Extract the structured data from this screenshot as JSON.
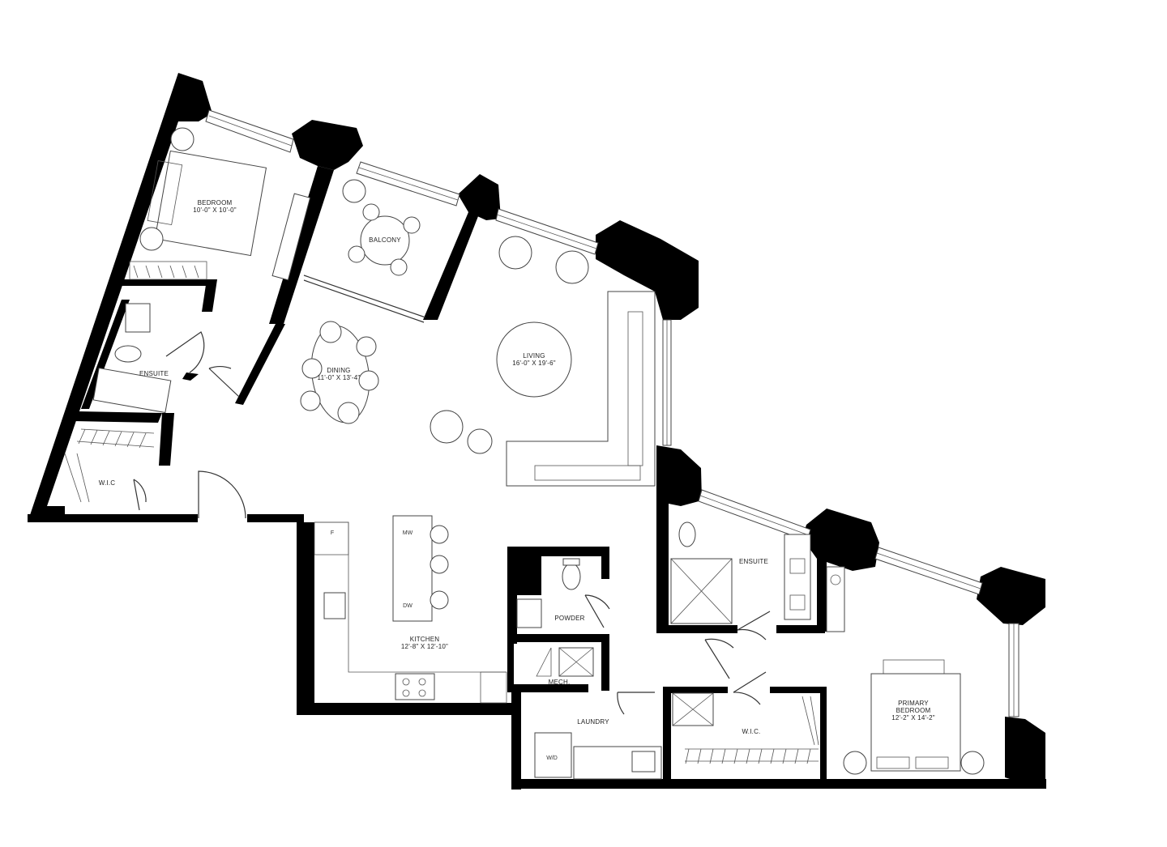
{
  "rooms": {
    "bedroom": {
      "name": "BEDROOM",
      "dims": "10'-0\" X 10'-0\""
    },
    "balcony": {
      "name": "BALCONY"
    },
    "dining": {
      "name": "DINING",
      "dims": "11'-0\" X 13'-4\""
    },
    "living": {
      "name": "LIVING",
      "dims": "16'-0\" X 19'-6\""
    },
    "ensuite_left": {
      "name": "ENSUITE"
    },
    "wic_left": {
      "name": "W.I.C"
    },
    "kitchen": {
      "name": "KITCHEN",
      "dims": "12'-8\" X 12'-10\""
    },
    "powder": {
      "name": "POWDER"
    },
    "mech": {
      "name": "MECH."
    },
    "laundry": {
      "name": "LAUNDRY"
    },
    "ensuite_right": {
      "name": "ENSUITE"
    },
    "wic_right": {
      "name": "W.I.C."
    },
    "primary_bedroom": {
      "name": "PRIMARY",
      "name2": "BEDROOM",
      "dims": "12'-2\" X 14'-2\""
    }
  },
  "fixtures": {
    "fridge": "F",
    "microwave": "MW",
    "dishwasher": "DW",
    "washer_dryer": "W/D"
  }
}
